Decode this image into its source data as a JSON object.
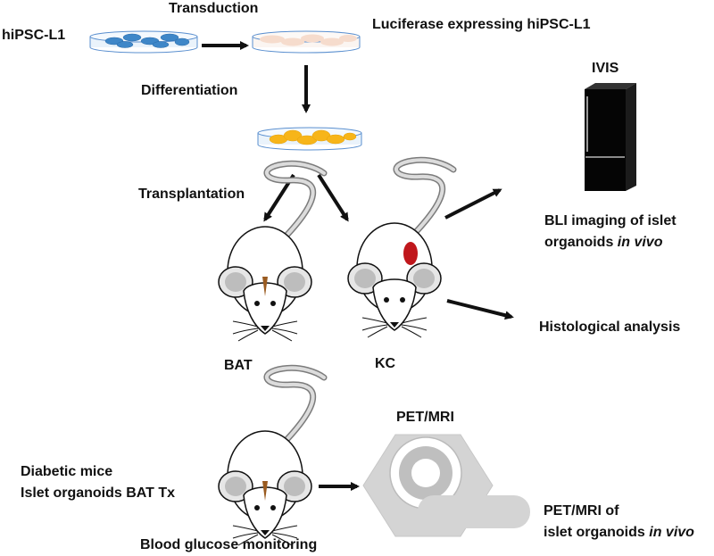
{
  "labels": {
    "hipsc": "hiPSC-L1",
    "transduction": "Transduction",
    "luciferase": "Luciferase expressing hiPSC-L1",
    "differentiation": "Differentiation",
    "transplantation": "Transplantation",
    "ivis": "IVIS",
    "bli_line1": "BLI imaging of islet",
    "bli_line2_prefix": "organoids ",
    "bli_line2_italic": "in vivo",
    "histology": "Histological analysis",
    "bat": "BAT",
    "kc": "KC",
    "petmri": "PET/MRI",
    "diabetic_line1": "Diabetic mice",
    "diabetic_line2": "Islet organoids BAT Tx",
    "glucose": "Blood glucose monitoring",
    "petmri_of": "PET/MRI of",
    "petmri_vivo_prefix": "islet organoids ",
    "petmri_vivo_italic": "in vivo"
  },
  "icons": {
    "dish_plain": "petri-dish-blue-cells",
    "dish_luciferase": "petri-dish-pink-cells",
    "dish_organoids": "petri-dish-yellow-organoids",
    "ivis": "ivis-imager",
    "mouse_bat": "mouse-bat-transplant",
    "mouse_kc": "mouse-kidney-capsule",
    "mouse_diabetic": "mouse-diabetic",
    "pet_mri": "pet-mri-scanner"
  },
  "colors": {
    "cell_blue": "#3f87c8",
    "cell_pink": "#f6dccd",
    "organoid_yellow": "#f7b519",
    "kidney_red": "#c0171c",
    "bat_brown": "#9a5b20",
    "scanner_gray": "#d4d4d4"
  }
}
